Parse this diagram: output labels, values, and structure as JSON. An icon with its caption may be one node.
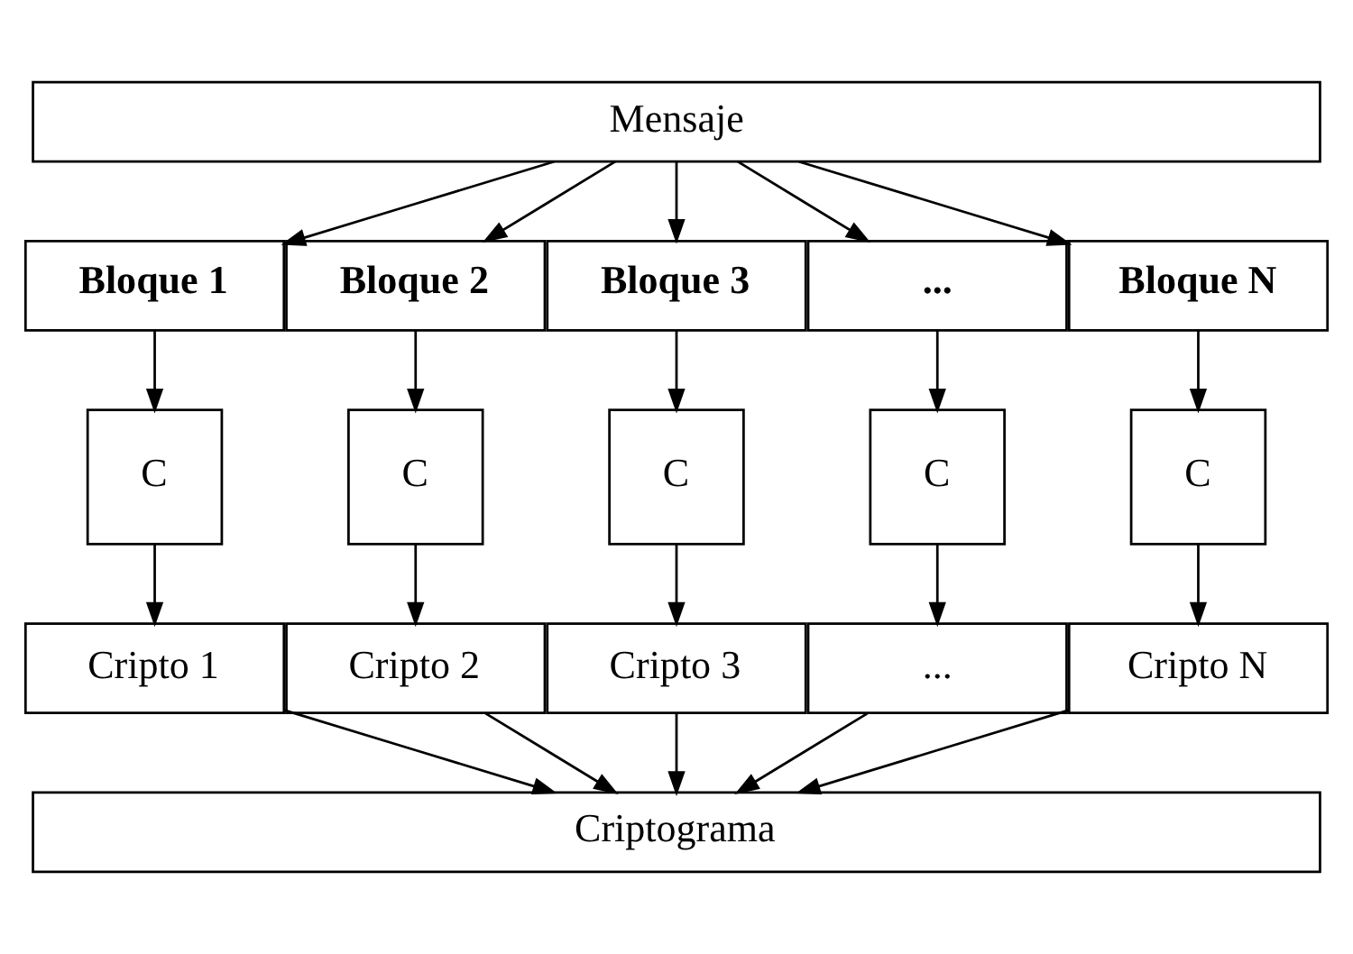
{
  "diagram": {
    "nodes": [
      {
        "text": [
          "Mensaje"
        ]
      },
      {
        "text": [
          "Bloque 1"
        ]
      },
      {
        "text": [
          "Bloque 2"
        ]
      },
      {
        "text": [
          "Bloque 3"
        ]
      },
      {
        "text": [
          "..."
        ]
      },
      {
        "text": [
          "Bloque N"
        ]
      },
      {
        "text": [
          "C"
        ]
      },
      {
        "text": [
          "C"
        ]
      },
      {
        "text": [
          "C"
        ]
      },
      {
        "text": [
          "C"
        ]
      },
      {
        "text": [
          "C"
        ]
      },
      {
        "text": [
          "Cripto 1"
        ]
      },
      {
        "text": [
          "Cripto 2"
        ]
      },
      {
        "text": [
          "Cripto 3"
        ]
      },
      {
        "text": [
          "..."
        ]
      },
      {
        "text": [
          "Cripto N"
        ]
      },
      {
        "text": [
          "Criptograma"
        ]
      }
    ],
    "edges": [
      {
        "from": 0,
        "to": 1,
        "arrow": "to"
      },
      {
        "from": 0,
        "to": 2,
        "arrow": "to"
      },
      {
        "from": 0,
        "to": 3,
        "arrow": "to"
      },
      {
        "from": 0,
        "to": 4,
        "arrow": "to"
      },
      {
        "from": 0,
        "to": 5,
        "arrow": "to"
      },
      {
        "from": 1,
        "to": 6,
        "arrow": "to"
      },
      {
        "from": 2,
        "to": 7,
        "arrow": "to"
      },
      {
        "from": 3,
        "to": 8,
        "arrow": "to"
      },
      {
        "from": 4,
        "to": 9,
        "arrow": "to"
      },
      {
        "from": 5,
        "to": 10,
        "arrow": "to"
      },
      {
        "from": 6,
        "to": 11,
        "arrow": "to"
      },
      {
        "from": 7,
        "to": 12,
        "arrow": "to"
      },
      {
        "from": 8,
        "to": 13,
        "arrow": "to"
      },
      {
        "from": 9,
        "to": 14,
        "arrow": "to"
      },
      {
        "from": 10,
        "to": 15,
        "arrow": "to"
      },
      {
        "from": 11,
        "to": 16,
        "arrow": "to"
      },
      {
        "from": 12,
        "to": 16,
        "arrow": "to"
      },
      {
        "from": 13,
        "to": 16,
        "arrow": "to"
      },
      {
        "from": 14,
        "to": 16,
        "arrow": "to"
      },
      {
        "from": 15,
        "to": 16,
        "arrow": "to"
      }
    ]
  }
}
